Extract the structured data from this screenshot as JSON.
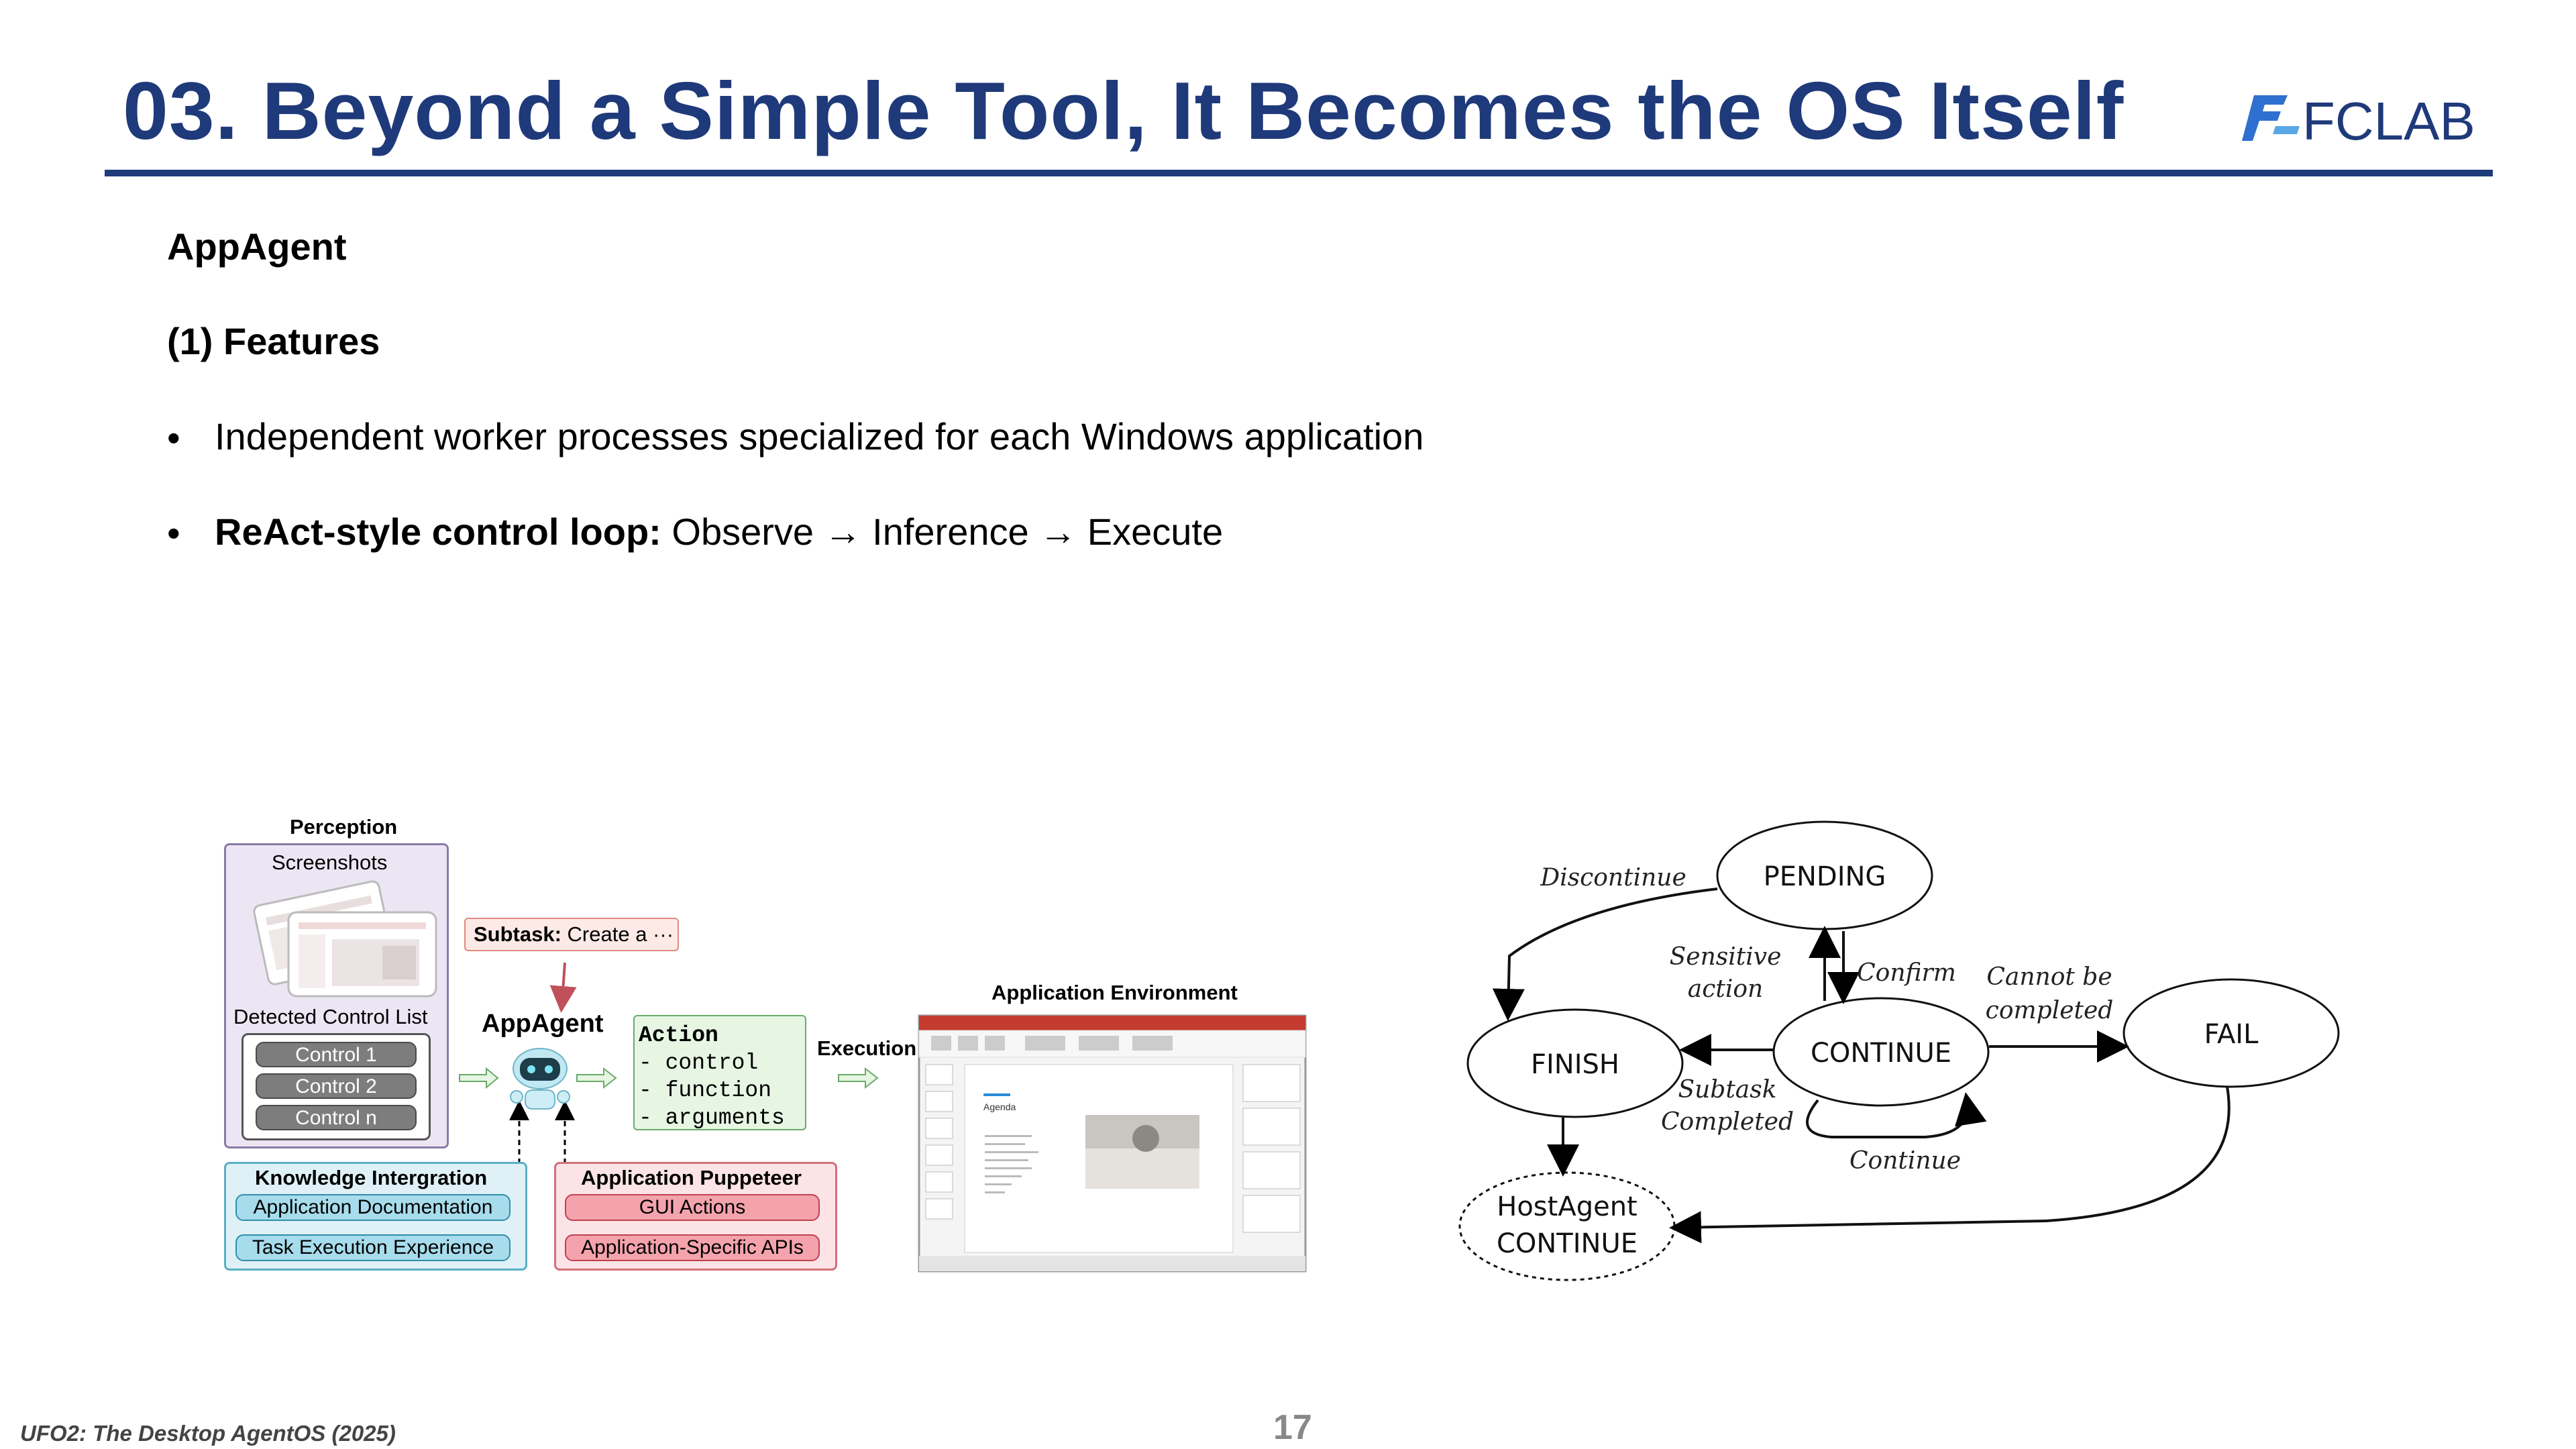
{
  "slide": {
    "title": "03. Beyond a Simple Tool, It Becomes the OS Itself",
    "logo_text": "FCLAB",
    "section": "AppAgent",
    "subsection": "(1) Features",
    "bullets": [
      {
        "bold": "",
        "text": "Independent worker processes specialized for each Windows application"
      },
      {
        "bold": "ReAct-style control loop:",
        "text": " Observe → Inference → Execute"
      }
    ],
    "footer": "UFO2: The Desktop AgentOS (2025)",
    "page_number": "17"
  },
  "architecture": {
    "perception_title": "Perception",
    "screenshots_label": "Screenshots",
    "detected_label": "Detected Control List",
    "controls": [
      "Control 1",
      "Control 2",
      "Control n"
    ],
    "subtask_bold": "Subtask:",
    "subtask_text": " Create a ···",
    "agent_label": "AppAgent",
    "action_title": "Action",
    "action_lines": [
      "- control",
      "- function",
      "- arguments"
    ],
    "execution_label": "Execution",
    "env_title": "Application Environment",
    "env_slide_title": "Agenda",
    "knowledge_title": "Knowledge Intergration",
    "knowledge_items": [
      "Application Documentation",
      "Task Execution Experience"
    ],
    "puppeteer_title": "Application Puppeteer",
    "puppeteer_items": [
      "GUI Actions",
      "Application-Specific APIs"
    ]
  },
  "state_machine": {
    "states": {
      "pending": "PENDING",
      "continue": "CONTINUE",
      "finish": "FINISH",
      "fail": "FAIL",
      "host_line1": "HostAgent",
      "host_line2": "CONTINUE"
    },
    "edges": {
      "discontinue": "Discontinue",
      "sensitive1": "Sensitive",
      "sensitive2": "action",
      "confirm": "Confirm",
      "cannot1": "Cannot be",
      "cannot2": "completed",
      "subtask1": "Subtask",
      "subtask2": "Completed",
      "continue_loop": "Continue"
    }
  },
  "colors": {
    "title": "#1f3a7a",
    "perception_bg": "#ece6f4",
    "knowledge_bg": "#dff1f7",
    "puppeteer_bg": "#fbe3e6",
    "action_bg": "#e6f6e3",
    "subtask_bg": "#fde9e6"
  }
}
